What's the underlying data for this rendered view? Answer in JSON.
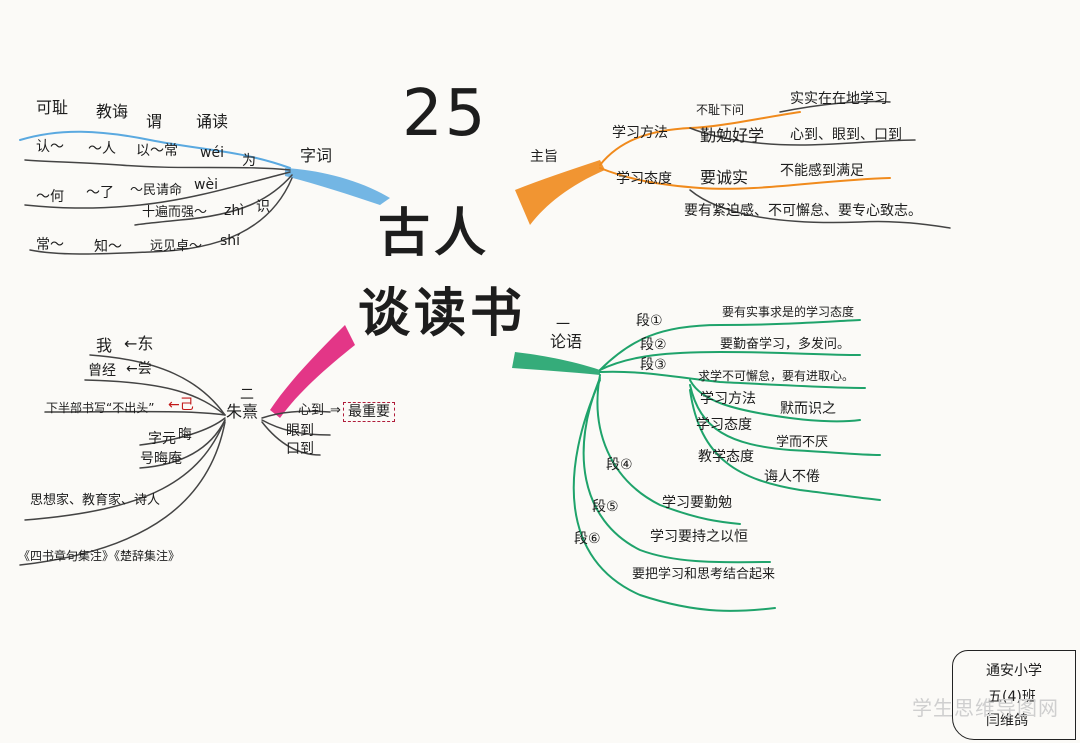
{
  "lesson_number": "25",
  "title": {
    "line1": "古人",
    "line2": "谈读书"
  },
  "colors": {
    "zici": "#5aa9e0",
    "zhuzhi": "#f08a1c",
    "zhuxi": "#e0207a",
    "lunyu": "#1fa36b",
    "ink": "#1d1d1d",
    "red_mark": "#c21818"
  },
  "branch_zici": {
    "label": "字词",
    "words": [
      "可耻",
      "教诲",
      "谓",
      "诵读"
    ],
    "row2": [
      "认～",
      "～人",
      "以～常",
      "wéi",
      "为"
    ],
    "row3": [
      "～何",
      "～了",
      "～民请命",
      "wèi"
    ],
    "row4": [
      "十遍而强～",
      "zhì",
      "识"
    ],
    "row5": [
      "常～",
      "知～",
      "远见卓～",
      "shí"
    ]
  },
  "branch_zhuzhi": {
    "label": "主旨",
    "method_label": "学习方法",
    "method_items": [
      "不耻下问",
      "实实在在地学习",
      "勤勉好学",
      "心到、眼到、口到"
    ],
    "attitude_label": "学习态度",
    "attitude_items": [
      "要诚实",
      "不能感到满足",
      "要有紧迫感、不可懈怠、要专心致志。"
    ]
  },
  "branch_zhuxi": {
    "num": "二",
    "label": "朱熹",
    "left_items": [
      "我",
      "←东",
      "曾经",
      "←尝",
      "下半部书写“不出头”",
      "←己",
      "字元",
      "晦",
      "号晦庵",
      "思想家、教育家、诗人",
      "《四书章句集注》《楚辞集注》"
    ],
    "right_items": [
      "心到",
      "⇒",
      "最重要",
      "眼到",
      "口到"
    ]
  },
  "branch_lunyu": {
    "num": "一",
    "label": "论语",
    "duan1": "段①",
    "duan1_text": "要有实事求是的学习态度",
    "duan2": "段②",
    "duan2_text": "要勤奋学习，多发问。",
    "duan3": "段③",
    "duan3_text": "求学不可懈怠，要有进取心。",
    "sub_method": "学习方法",
    "sub_method_text": "默而识之",
    "sub_attitude": "学习态度",
    "sub_attitude_text": "学而不厌",
    "sub_teach": "教学态度",
    "sub_teach_text": "诲人不倦",
    "duan4": "段④",
    "duan4_text": "学习要勤勉",
    "duan5": "段⑤",
    "duan5_text": "学习要持之以恒",
    "duan6": "段⑥",
    "duan6_text": "要把学习和思考结合起来"
  },
  "author_box": {
    "line1": "通安小学",
    "line2": "五(4)班",
    "line3": "闫维鸽"
  },
  "watermark": "学生思维导图网"
}
